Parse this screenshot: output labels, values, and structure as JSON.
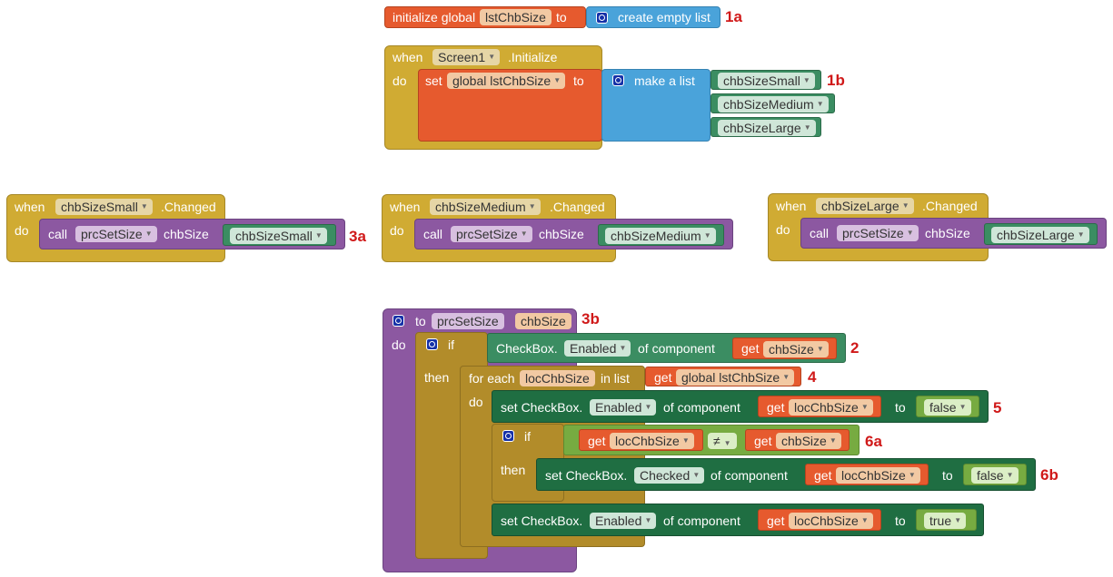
{
  "blocks": {
    "init": {
      "prefix": "initialize global",
      "var": "lstChbSize",
      "to": "to",
      "list": "create empty list",
      "tag": "1a"
    },
    "screen_init": {
      "when": "when",
      "screen": "Screen1",
      "event": ".Initialize",
      "do": "do",
      "set": "set",
      "var": "global lstChbSize",
      "to": "to",
      "make_list": "make a list",
      "items": [
        "chbSizeSmall",
        "chbSizeMedium",
        "chbSizeLarge"
      ],
      "tag": "1b"
    },
    "small_changed": {
      "when": "when",
      "component": "chbSizeSmall",
      "event": ".Changed",
      "do": "do",
      "call": "call",
      "proc": "prcSetSize",
      "param": "chbSize",
      "arg": "chbSizeSmall",
      "tag": "3a"
    },
    "medium_changed": {
      "when": "when",
      "component": "chbSizeMedium",
      "event": ".Changed",
      "do": "do",
      "call": "call",
      "proc": "prcSetSize",
      "param": "chbSize",
      "arg": "chbSizeMedium"
    },
    "large_changed": {
      "when": "when",
      "component": "chbSizeLarge",
      "event": ".Changed",
      "do": "do",
      "call": "call",
      "proc": "prcSetSize",
      "param": "chbSize",
      "arg": "chbSizeLarge"
    },
    "proc": {
      "to": "to",
      "name": "prcSetSize",
      "param": "chbSize",
      "tag": "3b",
      "do": "do",
      "if": "if",
      "then": "then",
      "cond_prefix": "CheckBox.",
      "cond_prop": "Enabled",
      "cond_mid": "of component",
      "get": "get",
      "cond_var": "chbSize",
      "tag2": "2",
      "foreach": "for each",
      "loop_var": "locChbSize",
      "in_list": "in list",
      "list_var": "global lstChbSize",
      "tag4": "4",
      "loop_do": "do",
      "set1_prefix": "set CheckBox.",
      "set1_prop": "Enabled",
      "set1_mid": "of component",
      "set1_var": "locChbSize",
      "set1_to": "to",
      "set1_val": "false",
      "tag5": "5",
      "if2": "if",
      "cmp_left": "locChbSize",
      "cmp_op": "≠",
      "cmp_right": "chbSize",
      "tag6a": "6a",
      "then2": "then",
      "set2_prefix": "set CheckBox.",
      "set2_prop": "Checked",
      "set2_mid": "of component",
      "set2_var": "locChbSize",
      "set2_to": "to",
      "set2_val": "false",
      "tag6b": "6b",
      "set3_prefix": "set CheckBox.",
      "set3_prop": "Enabled",
      "set3_mid": "of component",
      "set3_var": "locChbSize",
      "set3_to": "to",
      "set3_val": "true"
    }
  }
}
